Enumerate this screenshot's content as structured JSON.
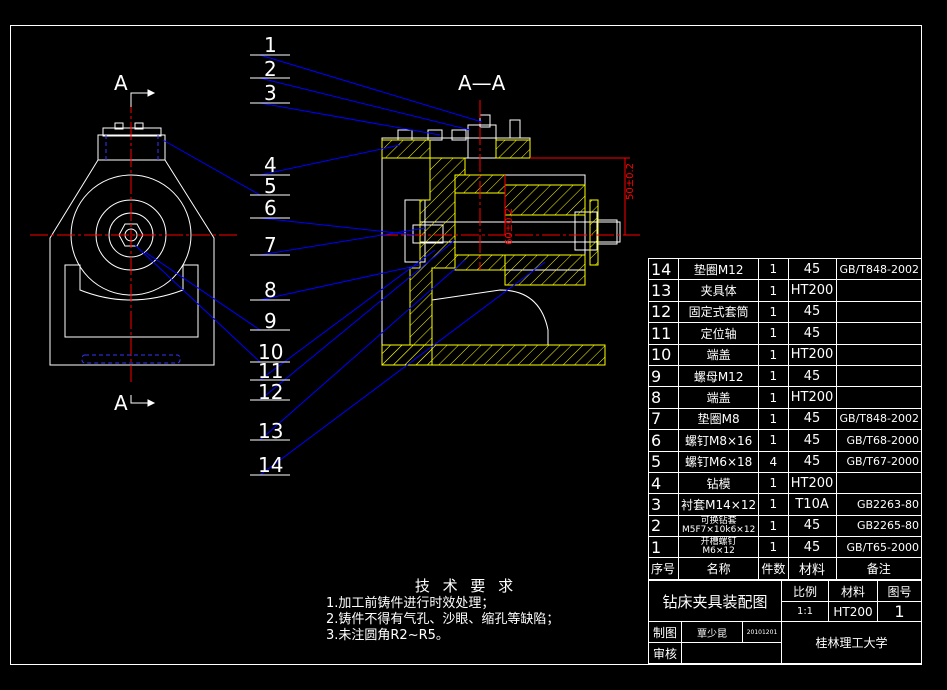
{
  "views": {
    "section_label": "A—A",
    "left_top_A": "A",
    "left_bottom_A": "A"
  },
  "callouts": [
    "1",
    "2",
    "3",
    "4",
    "5",
    "6",
    "7",
    "8",
    "9",
    "10",
    "11",
    "12",
    "13",
    "14"
  ],
  "dimensions": {
    "vertical_1": "50±0.2",
    "vertical_2": "60±0.2"
  },
  "technical_requirements": {
    "title": "技 术 要 求",
    "items": [
      "1.加工前铸件进行时效处理；",
      "2.铸件不得有气孔、沙眼、缩孔等缺陷；",
      "3.未注圆角R2~R5。"
    ]
  },
  "bom": {
    "rows": [
      {
        "no": "14",
        "name": "垫圈M12",
        "qty": "1",
        "material": "45",
        "note": "GB/T848-2002"
      },
      {
        "no": "13",
        "name": "夹具体",
        "qty": "1",
        "material": "HT200",
        "note": ""
      },
      {
        "no": "12",
        "name": "固定式套筒",
        "qty": "1",
        "material": "45",
        "note": ""
      },
      {
        "no": "11",
        "name": "定位轴",
        "qty": "1",
        "material": "45",
        "note": ""
      },
      {
        "no": "10",
        "name": "端盖",
        "qty": "1",
        "material": "HT200",
        "note": ""
      },
      {
        "no": "9",
        "name": "螺母M12",
        "qty": "1",
        "material": "45",
        "note": ""
      },
      {
        "no": "8",
        "name": "端盖",
        "qty": "1",
        "material": "HT200",
        "note": ""
      },
      {
        "no": "7",
        "name": "垫圈M8",
        "qty": "1",
        "material": "45",
        "note": "GB/T848-2002"
      },
      {
        "no": "6",
        "name": "螺钉M8×16",
        "qty": "1",
        "material": "45",
        "note": "GB/T68-2000"
      },
      {
        "no": "5",
        "name": "螺钉M6×18",
        "qty": "4",
        "material": "45",
        "note": "GB/T67-2000"
      },
      {
        "no": "4",
        "name": "钻模",
        "qty": "1",
        "material": "HT200",
        "note": ""
      },
      {
        "no": "3",
        "name": "衬套M14×12",
        "qty": "1",
        "material": "T10A",
        "note": "GB2263-80"
      },
      {
        "no": "2",
        "name": "可换钻套",
        "name2": "M5F7×10k6×12",
        "qty": "1",
        "material": "45",
        "note": "GB2265-80"
      },
      {
        "no": "1",
        "name": "开槽螺钉",
        "name2": "M6×12",
        "qty": "1",
        "material": "45",
        "note": "GB/T65-2000"
      }
    ],
    "header": {
      "no": "序号",
      "name": "名称",
      "qty": "件数",
      "material": "材料",
      "note": "备注"
    }
  },
  "title_block": {
    "drawing_title": "钻床夹具装配图",
    "scale_label": "比例",
    "material_label": "材料",
    "drawing_no_label": "图号",
    "scale": "1:1",
    "material": "HT200",
    "drawing_no": "1",
    "drawn_label": "制图",
    "drawn_by": "覃少昆",
    "date": "20101201",
    "checked_label": "审核",
    "school": "桂林理工大学"
  },
  "colors": {
    "background": "#000000",
    "outline": "#ffffff",
    "center": "#ff0000",
    "hatch": "#ffff00",
    "leader": "#0000ff",
    "hidden": "#0000ff"
  }
}
